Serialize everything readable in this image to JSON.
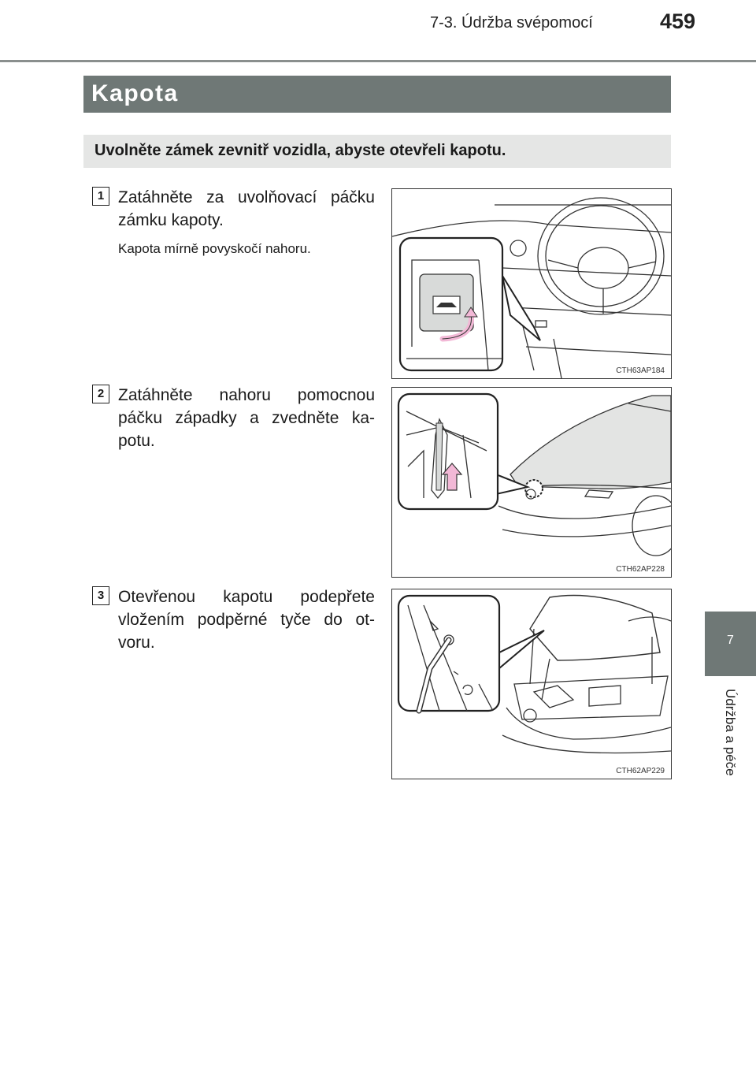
{
  "header": {
    "running_head": "7-3. Údržba svépomocí",
    "page_number": "459"
  },
  "section": {
    "title": "Kapota"
  },
  "note": {
    "text": "Uvolněte zámek zevnitř vozidla, abyste otevřeli kapotu."
  },
  "steps": [
    {
      "number": "1",
      "text": "Zatáhněte za uvolňovací páčku zámku kapoty.",
      "sub": "Kapota mírně povyskočí nahoru.",
      "figure_code": "CTH63AP184"
    },
    {
      "number": "2",
      "text": "Zatáhněte nahoru pomocnou páčku západky a zvedněte ka-potu.",
      "figure_code": "CTH62AP228"
    },
    {
      "number": "3",
      "text": "Otevřenou kapotu podepřete vložením podpěrné tyče do ot-voru.",
      "figure_code": "CTH62AP229"
    }
  ],
  "side_tab": {
    "chapter": "7",
    "label": "Údržba a péče"
  },
  "colors": {
    "title_bar": "#6f7876",
    "note_box": "#e5e6e5",
    "arrow_pink": "#f2b8d6"
  }
}
